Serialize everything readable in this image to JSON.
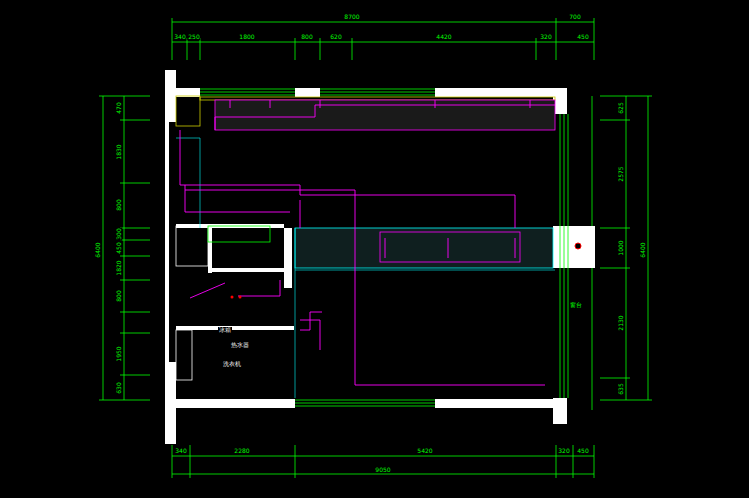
{
  "diagram": {
    "labels": [
      "8700",
      "700",
      "340",
      "250",
      "1800",
      "800",
      "620",
      "4420",
      "320",
      "450",
      "470",
      "1830",
      "800",
      "300",
      "450",
      "1820",
      "800",
      "1950",
      "630",
      "6400",
      "625",
      "2575",
      "1000",
      "2130",
      "635",
      "6400",
      "340",
      "2280",
      "5420",
      "320",
      "450",
      "9050",
      "窗台",
      "冰箱",
      "热水器",
      "洗衣机"
    ]
  }
}
